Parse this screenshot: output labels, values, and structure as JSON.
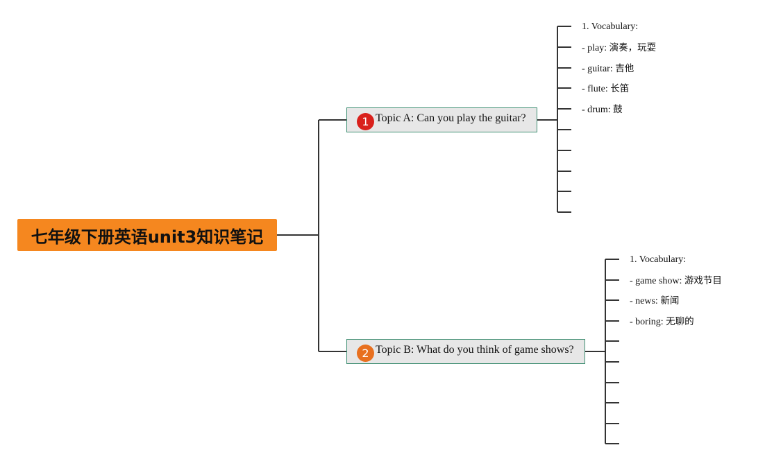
{
  "root": {
    "title": "七年级下册英语unit3知识笔记",
    "color": "#f5871f"
  },
  "topics": [
    {
      "badge": "1",
      "badge_color": "#d9211c",
      "label": "Topic A: Can you play the guitar?",
      "notes": [
        "1. Vocabulary:",
        "- play: 演奏，玩耍",
        "- guitar: 吉他",
        "- flute: 长笛",
        "- drum: 鼓",
        "",
        "",
        "",
        "",
        ""
      ]
    },
    {
      "badge": "2",
      "badge_color": "#e8701f",
      "label": "Topic B: What do you think of game shows?",
      "notes": [
        "1. Vocabulary:",
        "- game show: 游戏节目",
        "- news: 新闻",
        "- boring: 无聊的",
        "",
        "",
        "",
        "",
        "",
        ""
      ]
    }
  ],
  "colors": {
    "topic_fill": "#e7e7e7",
    "topic_border": "#3e8e72",
    "connector": "#333333"
  }
}
